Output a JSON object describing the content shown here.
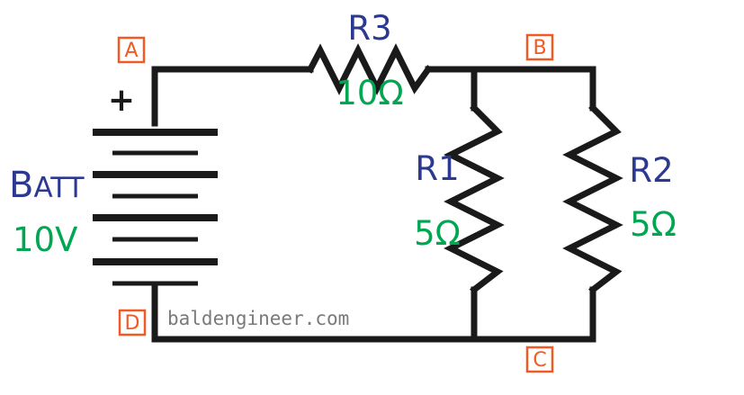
{
  "colors": {
    "wire": "#1a1a1a",
    "component_label": "#2b3990",
    "value_label": "#00a651",
    "node_marker": "#f15a24",
    "watermark": "#7a7a7a"
  },
  "battery": {
    "label_initial": "B",
    "label_rest": "ATT",
    "value": "10V",
    "polarity": "+"
  },
  "components": {
    "r3": {
      "name": "R3",
      "value": "10Ω"
    },
    "r1": {
      "name": "R1",
      "value": "5Ω"
    },
    "r2": {
      "name": "R2",
      "value": "5Ω"
    }
  },
  "nodes": {
    "a": "A",
    "b": "B",
    "c": "C",
    "d": "D"
  },
  "watermark": "baldengineer.com"
}
